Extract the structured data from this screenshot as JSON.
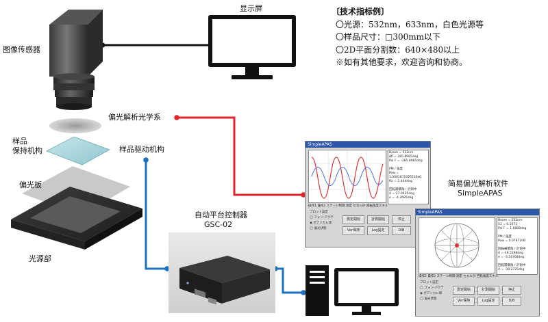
{
  "labels": {
    "image_sensor": "图像传感器",
    "display": "显示屏",
    "polarization_optics": "偏光解析光学系",
    "sample_holder_line1": "样品",
    "sample_holder_line2": "保持机构",
    "sample_drive": "样品驱动机构",
    "polarizer": "偏光板",
    "light_source": "光源部",
    "controller_line1": "自动平台控制器",
    "controller_line2": "GSC-02",
    "software_line1": "简易偏光解析软件",
    "software_line2": "SimpleAPAS"
  },
  "spec": {
    "title": "〔技术指标例〕",
    "items": [
      "〇光源：532nm，633nm，白色光源等",
      "〇样品尺寸：□300mm以下",
      "〇2D平面分割数：640×480以上",
      "※如有其他要求，欢迎咨询和协商。"
    ]
  },
  "colors": {
    "black_line": "#111111",
    "red_line": "#e0262b",
    "blue_line": "#1b6fc0",
    "wave_red": "#d43a3a",
    "wave_blue": "#4a6fd6"
  },
  "software_window_1": {
    "title": "SimpleAPAS",
    "side_text": [
      "Beam = 532nm",
      "ΔP = 285.8985deg",
      "Pol F = -285.8985deg",
      "",
      "PM / 強度",
      "Pow = 1.0001871026530e0",
      "Ro = 2.444deg",
      "",
      "回転補償角 / 計測中",
      "A = 27.0425deg",
      "e = -4.2685deg"
    ],
    "tabs": [
      "操作1",
      "操作2",
      "ステージ制御",
      "測定",
      "セカル計",
      "回転角度スキル"
    ],
    "controls": [
      "プロット設定",
      "◯ フォン-アクテ",
      "◉ ポアンカレ球",
      "◯ 偏光状態"
    ],
    "buttons": [
      "測定開始",
      "計測開始",
      "停止",
      "Ver保持",
      "Log設定",
      "D/B"
    ]
  },
  "software_window_2": {
    "title": "SimpleAPAS",
    "side_text": [
      "Beam = 532nm",
      "S1 = 0.1071",
      "Pol F = 1.6868deg",
      "",
      "PM / 強度",
      "Pow = 0.07872dB",
      "",
      "回転補償角 / 計測中",
      "A = 46.5198deg",
      "e = -3.14768deg",
      "",
      "回転補償角 / 計測中",
      "A = -38.2725deg"
    ],
    "tabs": [
      "操作1",
      "操作2",
      "ステージ制御",
      "測定",
      "セカル計",
      "回転角度スキル"
    ],
    "controls": [
      "プロット設定",
      "◯ フォン-アクテ",
      "◉ ポアンカレ球",
      "◯ 偏光状態"
    ],
    "buttons": [
      "測定開始",
      "計測開始",
      "停止",
      "Ver保持",
      "Log設定",
      "D/B"
    ]
  }
}
